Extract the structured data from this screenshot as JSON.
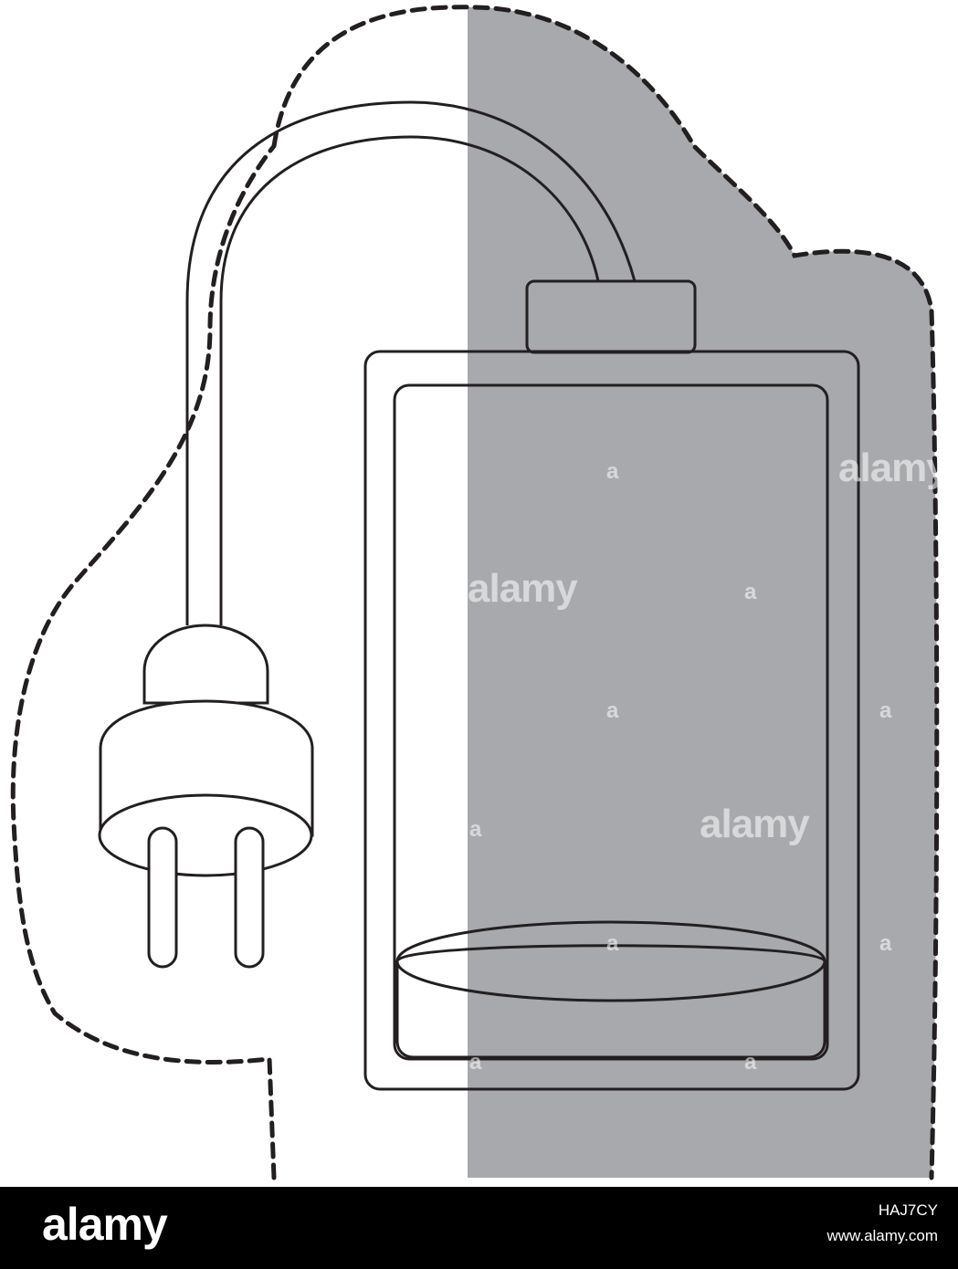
{
  "colors": {
    "background": "#ffffff",
    "shadow": "#a7a9ac",
    "outline": "#231f20",
    "footer": "#000000"
  },
  "icons": [
    "charger-plug-icon",
    "empty-battery-icon"
  ],
  "watermark": {
    "word": "alamy",
    "letter": "a"
  },
  "footer": {
    "logo": "alamy",
    "image_id": "HAJ7CY",
    "url": "www.alamy.com"
  }
}
